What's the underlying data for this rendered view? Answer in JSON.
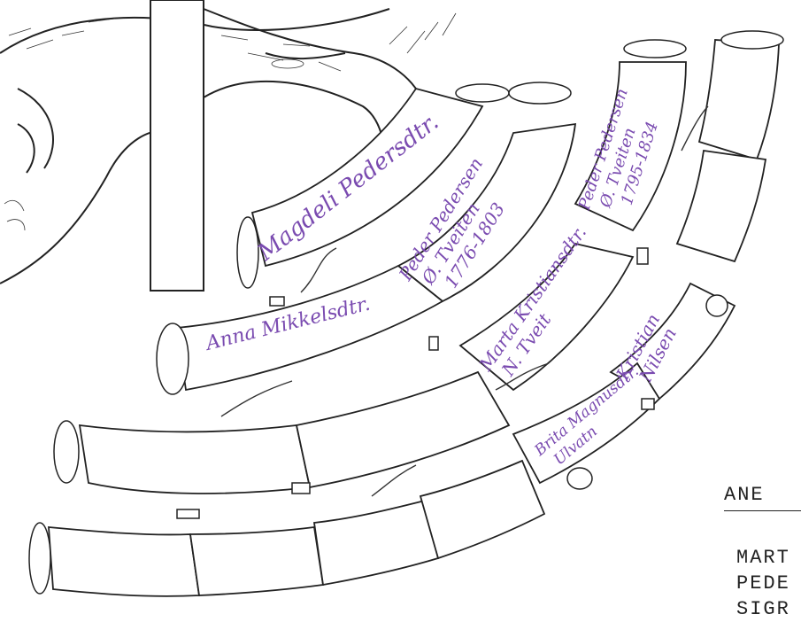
{
  "scrolls": {
    "magdeli": "Magdeli Pedersdtr.",
    "peder1": [
      "Peder Pedersen",
      "Ø. Tveiten",
      "1776-1803"
    ],
    "anna": "Anna Mikkelsdtr.",
    "peder2": [
      "Peder Pedersen",
      "Ø. Tveiten",
      "1795-1834"
    ],
    "marta": [
      "Marta Kristiansdtr.",
      "N. Tveit"
    ],
    "kristian": [
      "Kristian",
      "Nilsen"
    ],
    "brita": [
      "Brita Magnusdtr.",
      "Ulvatn"
    ]
  },
  "typed_text": [
    "ANE",
    "MART",
    "PEDE",
    "SIGR"
  ],
  "colors": {
    "ink": "#222222",
    "handwriting": "#7a4bb0",
    "paper": "#ffffff"
  }
}
